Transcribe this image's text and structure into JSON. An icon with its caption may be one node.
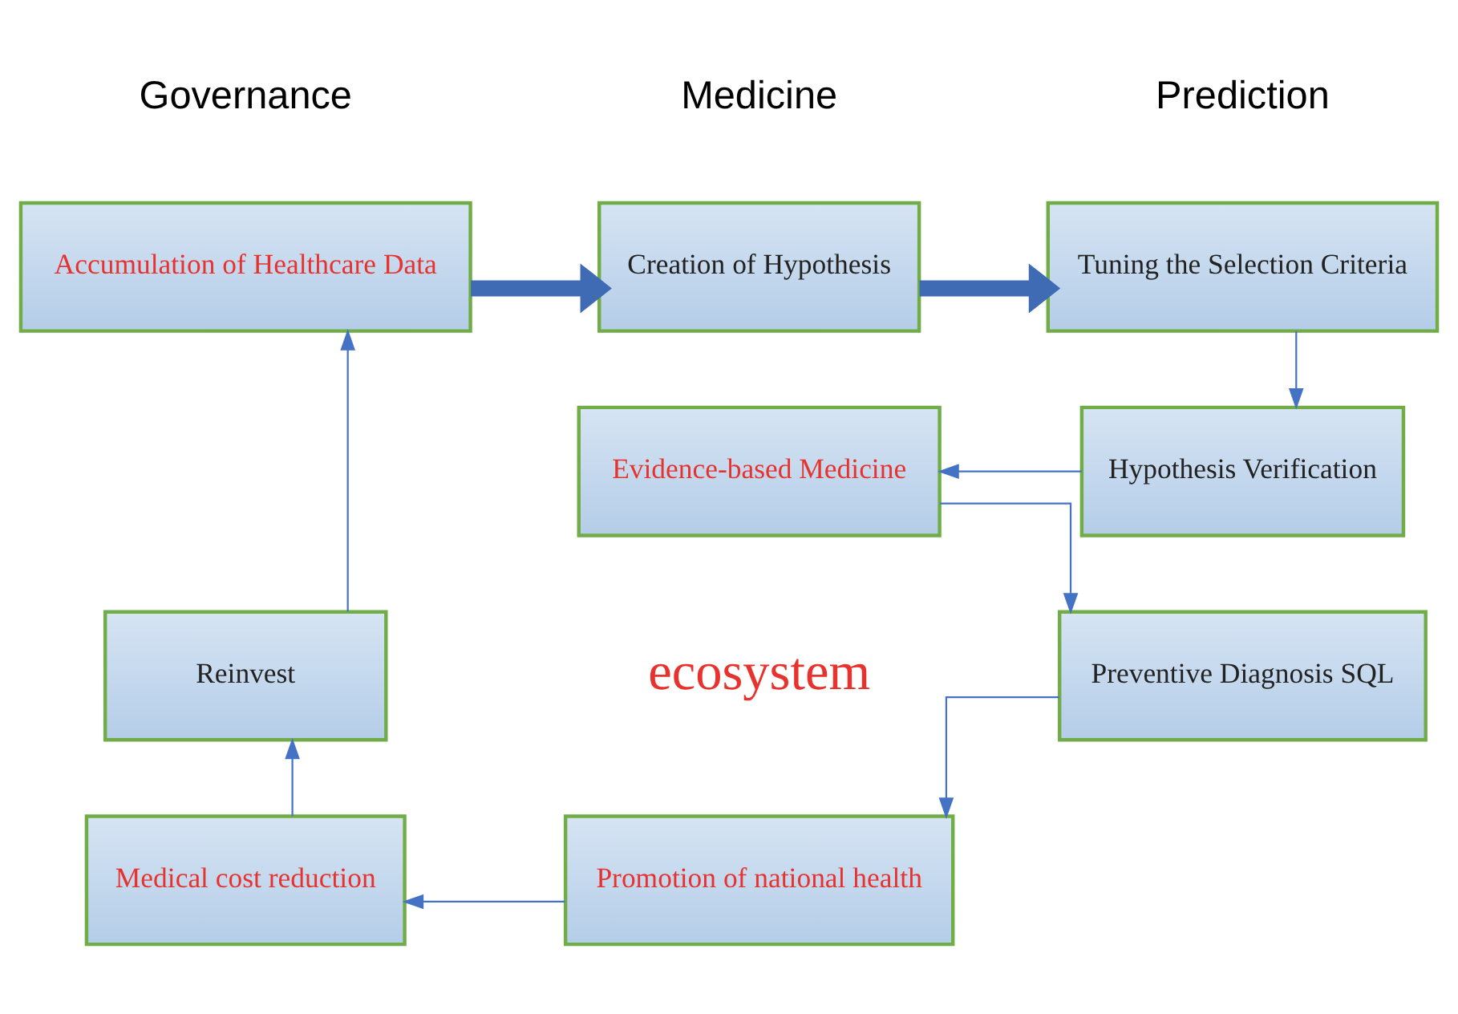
{
  "diagram": {
    "nodes": [
      {
        "text": [
          "Accumulation of Healthcare Data"
        ]
      },
      {
        "text": [
          "Creation of Hypothesis"
        ]
      },
      {
        "text": [
          "Tuning the Selection Criteria"
        ]
      },
      {
        "text": [
          "Evidence-based Medicine"
        ]
      },
      {
        "text": [
          "Hypothesis Verification"
        ]
      },
      {
        "text": [
          "Reinvest"
        ]
      },
      {
        "text": [
          "Preventive Diagnosis SQL"
        ]
      },
      {
        "text": [
          "Medical cost reduction"
        ]
      },
      {
        "text": [
          "Promotion of national health"
        ]
      }
    ],
    "edges": [
      {
        "from": 0,
        "to": 1,
        "arrow": "to",
        "style": "thick"
      },
      {
        "from": 1,
        "to": 2,
        "arrow": "to",
        "style": "thick"
      },
      {
        "from": 2,
        "to": 4,
        "arrow": "to"
      },
      {
        "from": 4,
        "to": 3,
        "arrow": "to"
      },
      {
        "from": 3,
        "to": 6,
        "arrow": "to"
      },
      {
        "from": 6,
        "to": 8,
        "arrow": "to"
      },
      {
        "from": 8,
        "to": 7,
        "arrow": "to"
      },
      {
        "from": 7,
        "to": 5,
        "arrow": "to"
      },
      {
        "from": 5,
        "to": 0,
        "arrow": "to"
      }
    ],
    "labels": [
      "Governance",
      "Medicine",
      "Prediction",
      "ecosystem"
    ]
  }
}
